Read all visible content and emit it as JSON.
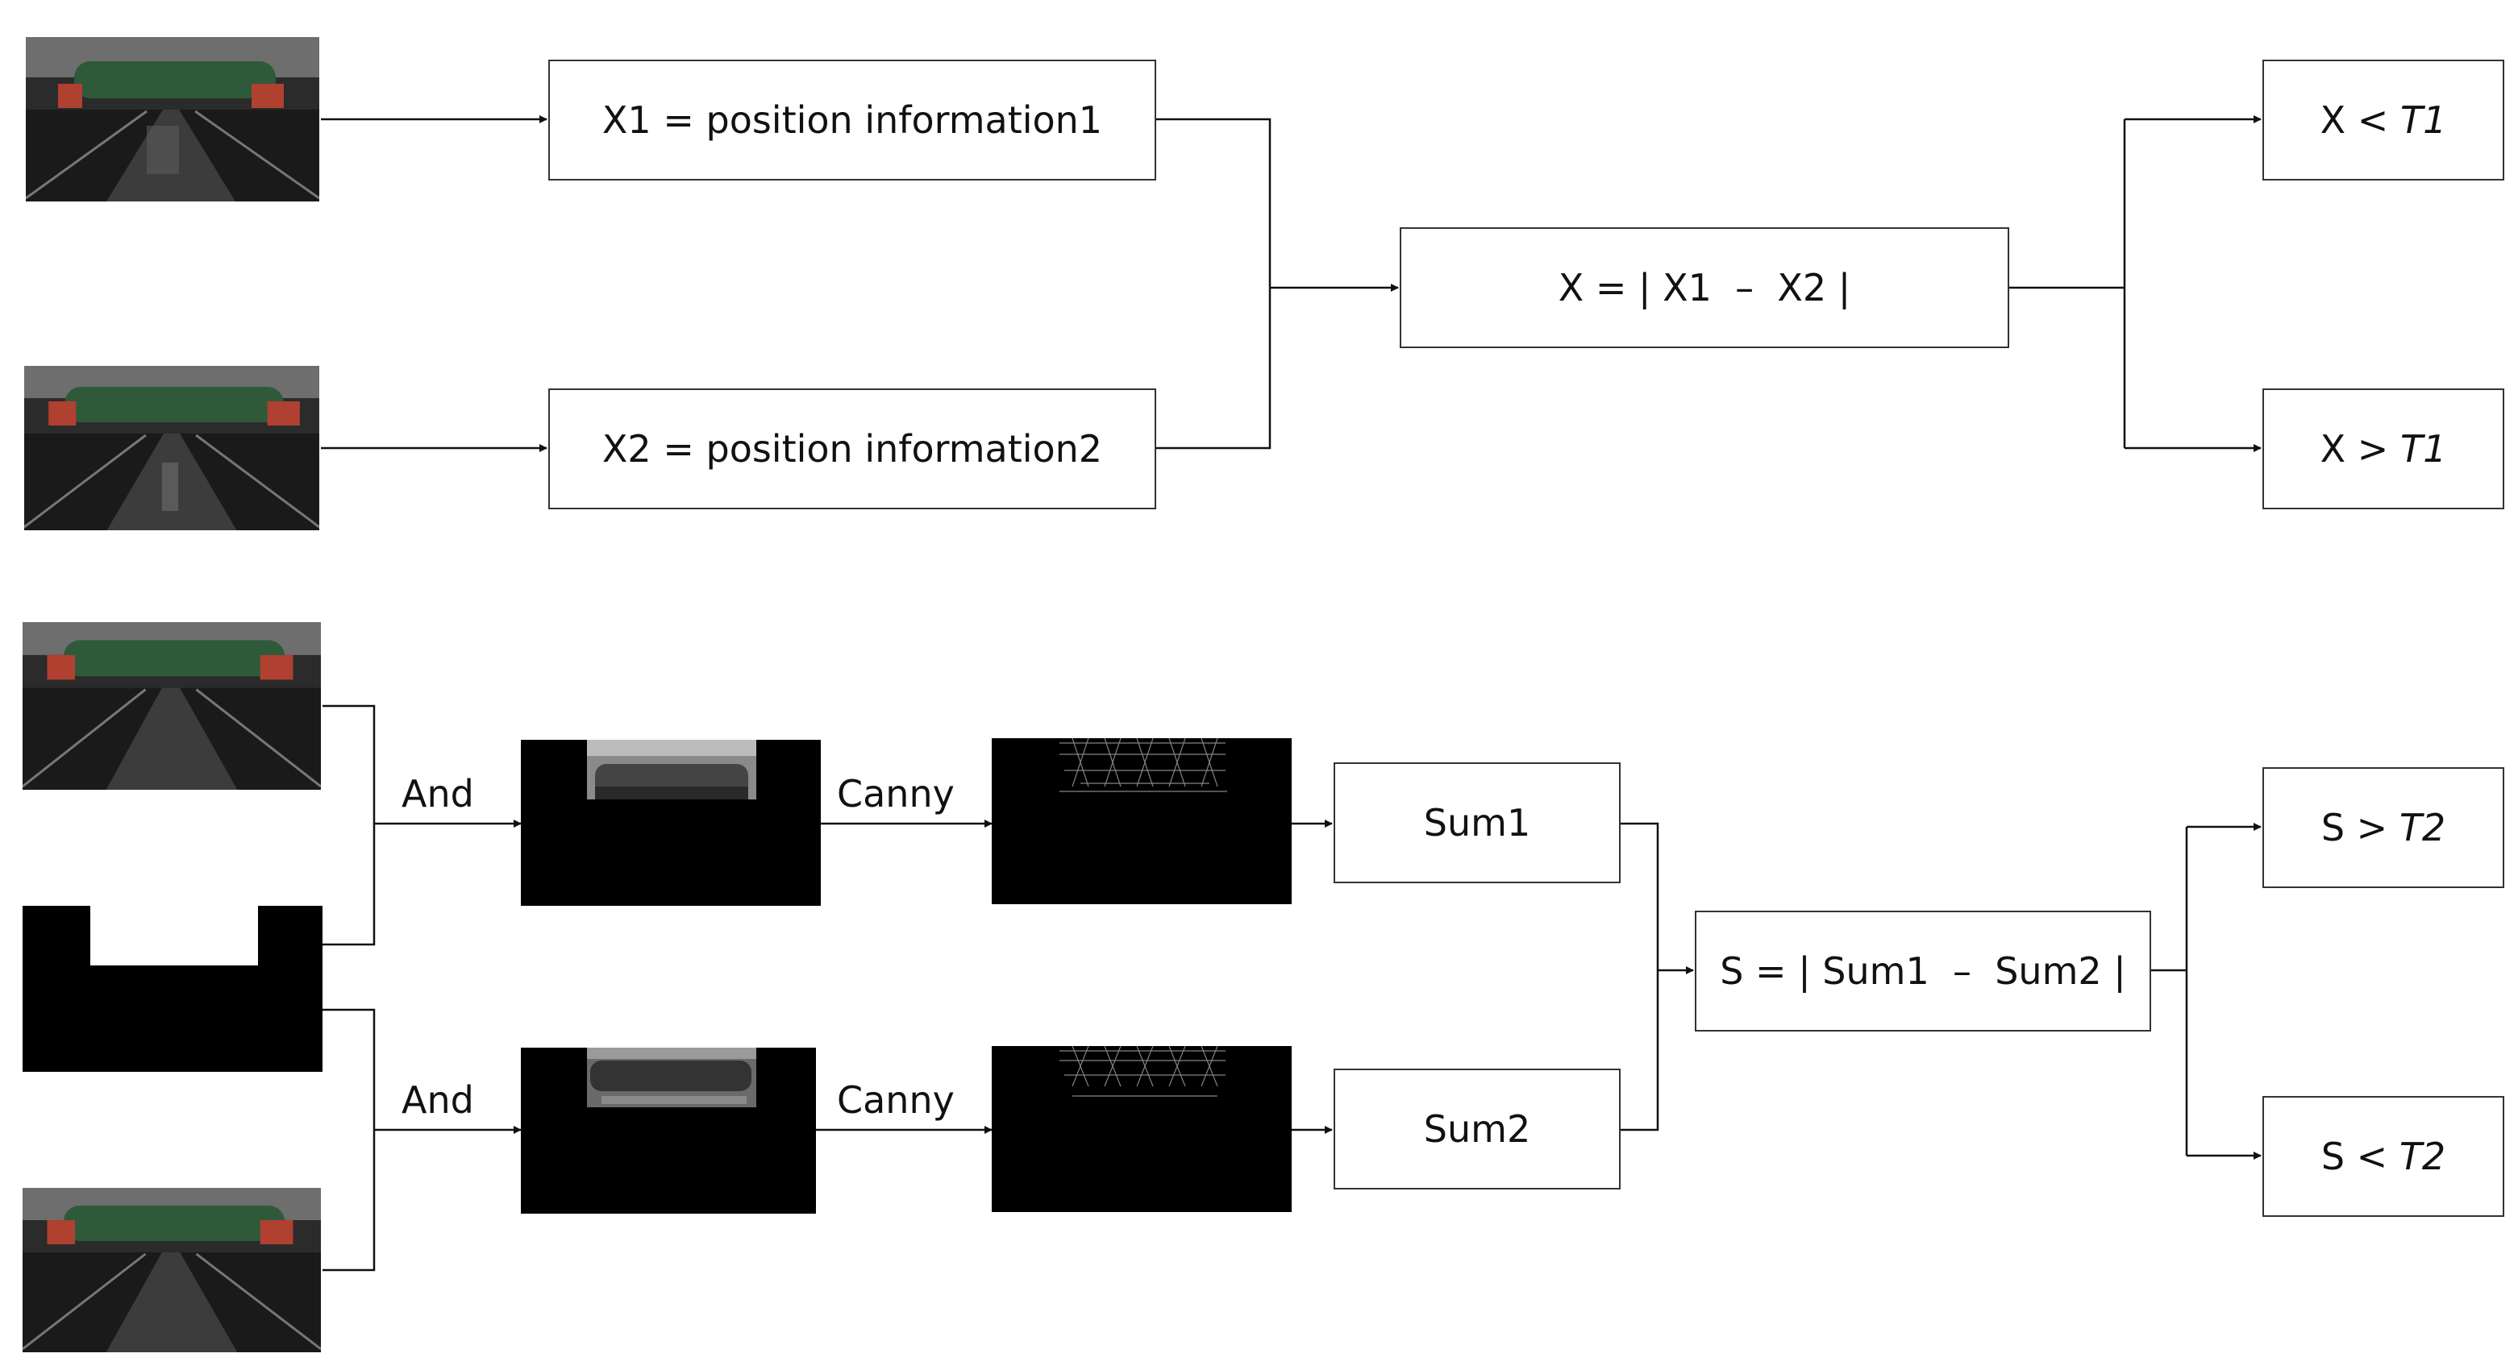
{
  "boxes": {
    "pos1": "X1 = position information1",
    "pos2": "X2 = position information2",
    "diff_x": "X = | X1  –  X2 |",
    "x_less_prefix": "X < ",
    "x_greater_prefix": "X > ",
    "t1": "T1",
    "sum1": "Sum1",
    "sum2": "Sum2",
    "diff_s": "S = | Sum1  –  Sum2 |",
    "s_greater_prefix": "S > ",
    "s_less_prefix": "S < ",
    "t2": "T2"
  },
  "labels": {
    "and": "And",
    "canny": "Canny"
  },
  "colors": {
    "stroke": "#333333",
    "image_black": "#000000",
    "pipe_green": "#2f5a3a"
  }
}
